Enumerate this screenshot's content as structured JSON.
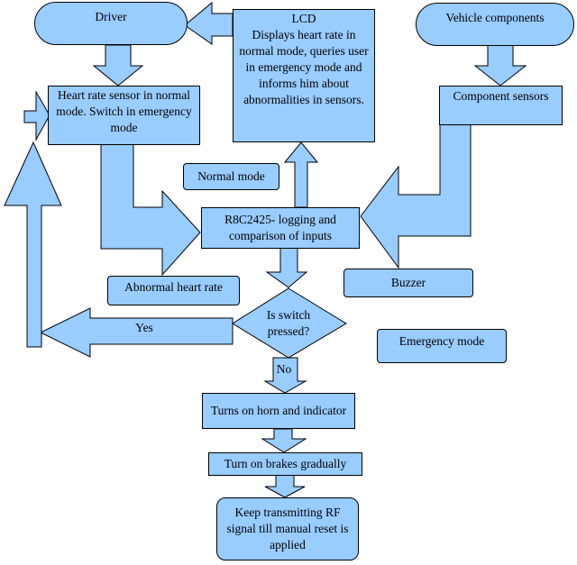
{
  "nodes": {
    "driver": "Driver",
    "vehicle_components": "Vehicle components",
    "lcd_title": "LCD",
    "lcd_body": "Displays heart rate in normal mode, queries user in emergency mode and informs him about abnormalities in sensors.",
    "heart_rate_sensor": "Heart rate sensor in normal mode. Switch in emergency mode",
    "component_sensors": "Component sensors",
    "normal_mode": "Normal mode",
    "r8c": "R8C2425- logging and comparison of inputs",
    "abnormal_heart_rate": "Abnormal heart rate",
    "buzzer": "Buzzer",
    "is_switch_pressed": "Is switch pressed?",
    "emergency_mode": "Emergency mode",
    "horn_indicator": "Turns on horn and indicator",
    "brakes": "Turn on brakes gradually",
    "rf_signal": "Keep transmitting RF signal till manual reset is applied"
  },
  "edge_labels": {
    "yes": "Yes",
    "no": "No"
  },
  "colors": {
    "fill": "#99ccff",
    "stroke": "#000000",
    "background": "#ffffff"
  }
}
